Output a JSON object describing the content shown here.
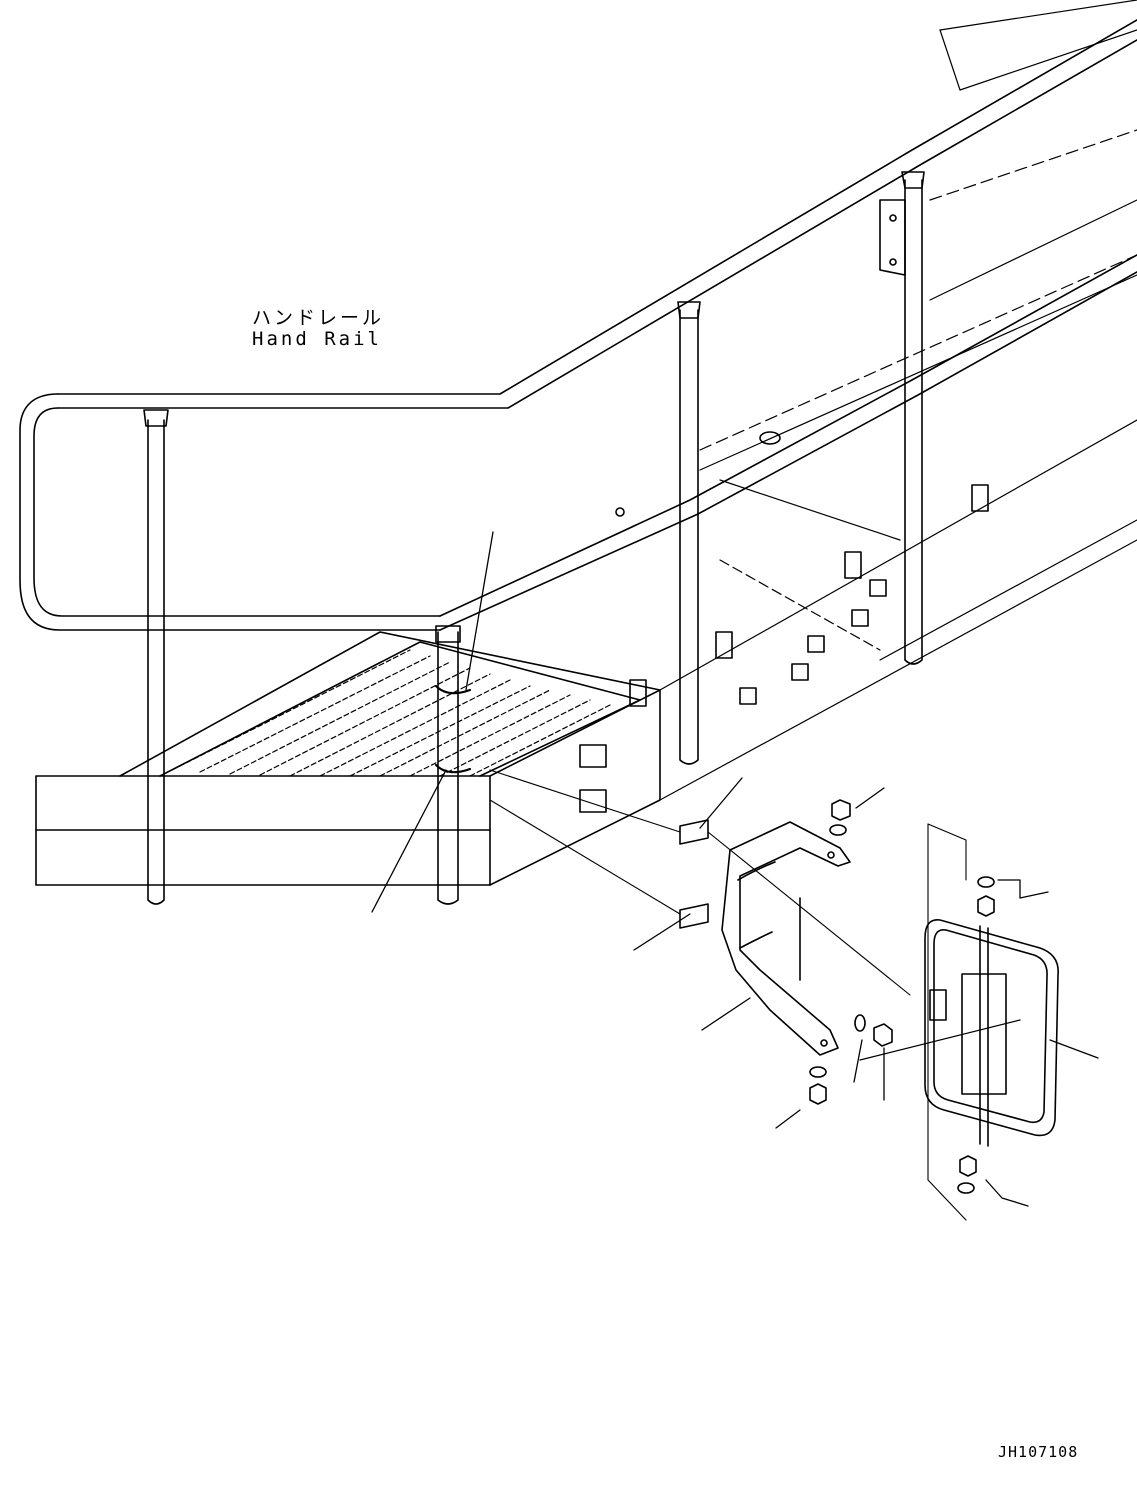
{
  "labels": {
    "handrail_jp": "ハンドレール",
    "handrail_en": "Hand Rail"
  },
  "drawing_number": "JH107108",
  "colors": {
    "line": "#000000",
    "background": "#ffffff"
  }
}
